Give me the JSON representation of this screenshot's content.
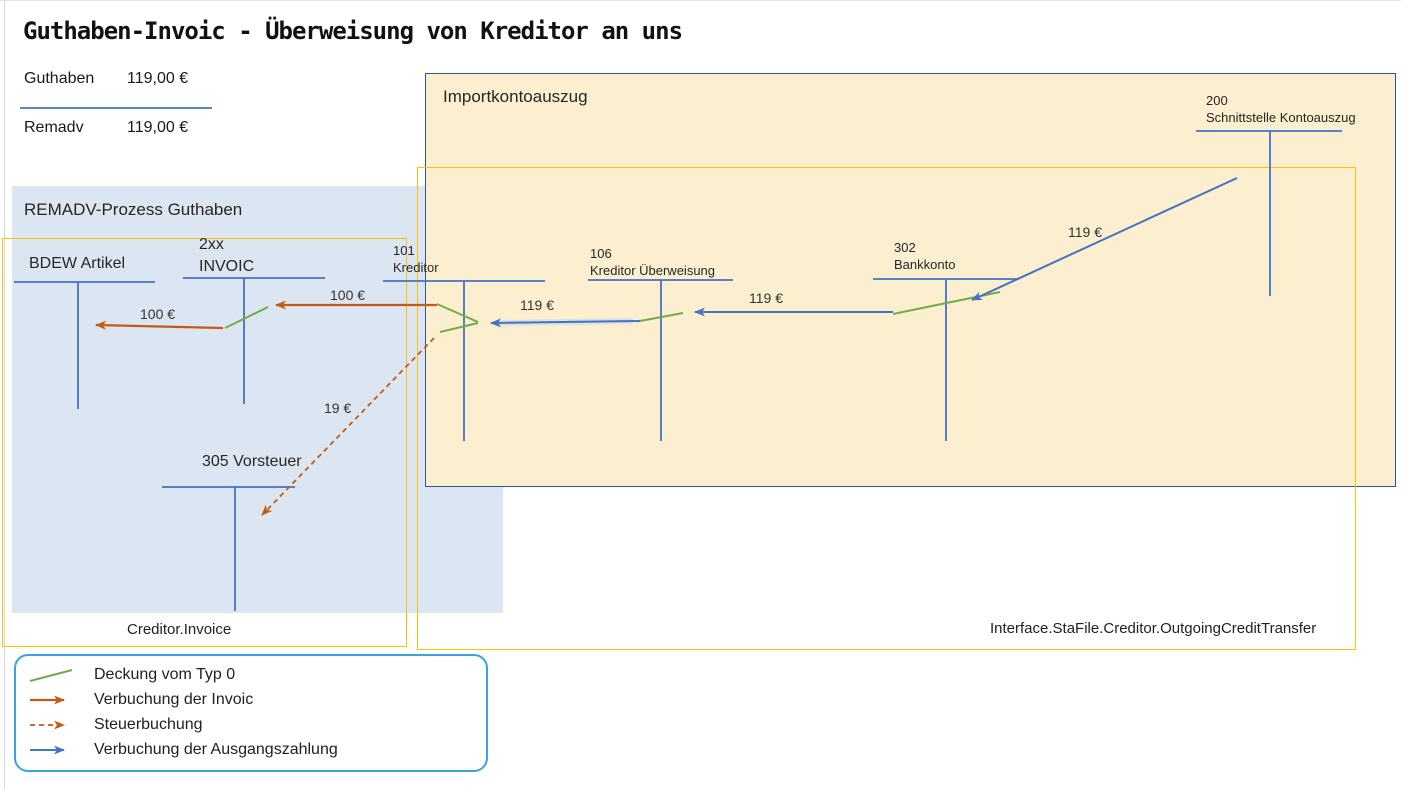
{
  "title": "Guthaben-Invoic - Überweisung von Kreditor an uns",
  "summary": {
    "row1_label": "Guthaben",
    "row1_value": "119,00 €",
    "row2_label": "Remadv",
    "row2_value": "119,00 €"
  },
  "remadv_box": {
    "title": "REMADV-Prozess Guthaben",
    "footer": "Creditor.Invoice"
  },
  "import_box": {
    "title": "Importkontoauszug",
    "footer": "Interface.StaFile.Creditor.OutgoingCreditTransfer"
  },
  "accounts": {
    "bdew": {
      "name": "BDEW Artikel"
    },
    "invoic": {
      "code": "2xx",
      "name": "INVOIC"
    },
    "kreditor": {
      "code": "101",
      "name": "Kreditor"
    },
    "ueberweisung": {
      "code": "106",
      "name": "Kreditor Überweisung"
    },
    "bankkonto": {
      "code": "302",
      "name": "Bankkonto"
    },
    "schnittstelle": {
      "code": "200",
      "name": "Schnittstelle Kontoauszug"
    },
    "vorsteuer": {
      "name": "305 Vorsteuer"
    }
  },
  "flow_labels": {
    "invoice_to_bdew": "100 €",
    "kreditor_to_invoic": "100 €",
    "tax": "19 €",
    "ueberweisung_to_kreditor": "119 €",
    "bank_to_ueberweisung": "119 €",
    "schnittstelle_to_bank": "119 €"
  },
  "legend": {
    "items": [
      {
        "icon": "green-line",
        "label": "Deckung vom Typ 0"
      },
      {
        "icon": "orange-arrow",
        "label": "Verbuchung der Invoic"
      },
      {
        "icon": "orange-dashed-arrow",
        "label": "Steuerbuchung"
      },
      {
        "icon": "blue-arrow",
        "label": "Verbuchung der Ausgangszahlung"
      }
    ]
  },
  "colors": {
    "account_line": "#4472C4",
    "payment_arrow": "#4472C4",
    "invoice_arrow": "#C55A11",
    "coverage_line": "#70AD47",
    "highlight_border": "#FFC000",
    "import_box_fill": "#FCEFD0",
    "import_box_border": "#2F5496",
    "remadv_box_fill": "#DCE6F2",
    "legend_border": "#38A6DC"
  }
}
